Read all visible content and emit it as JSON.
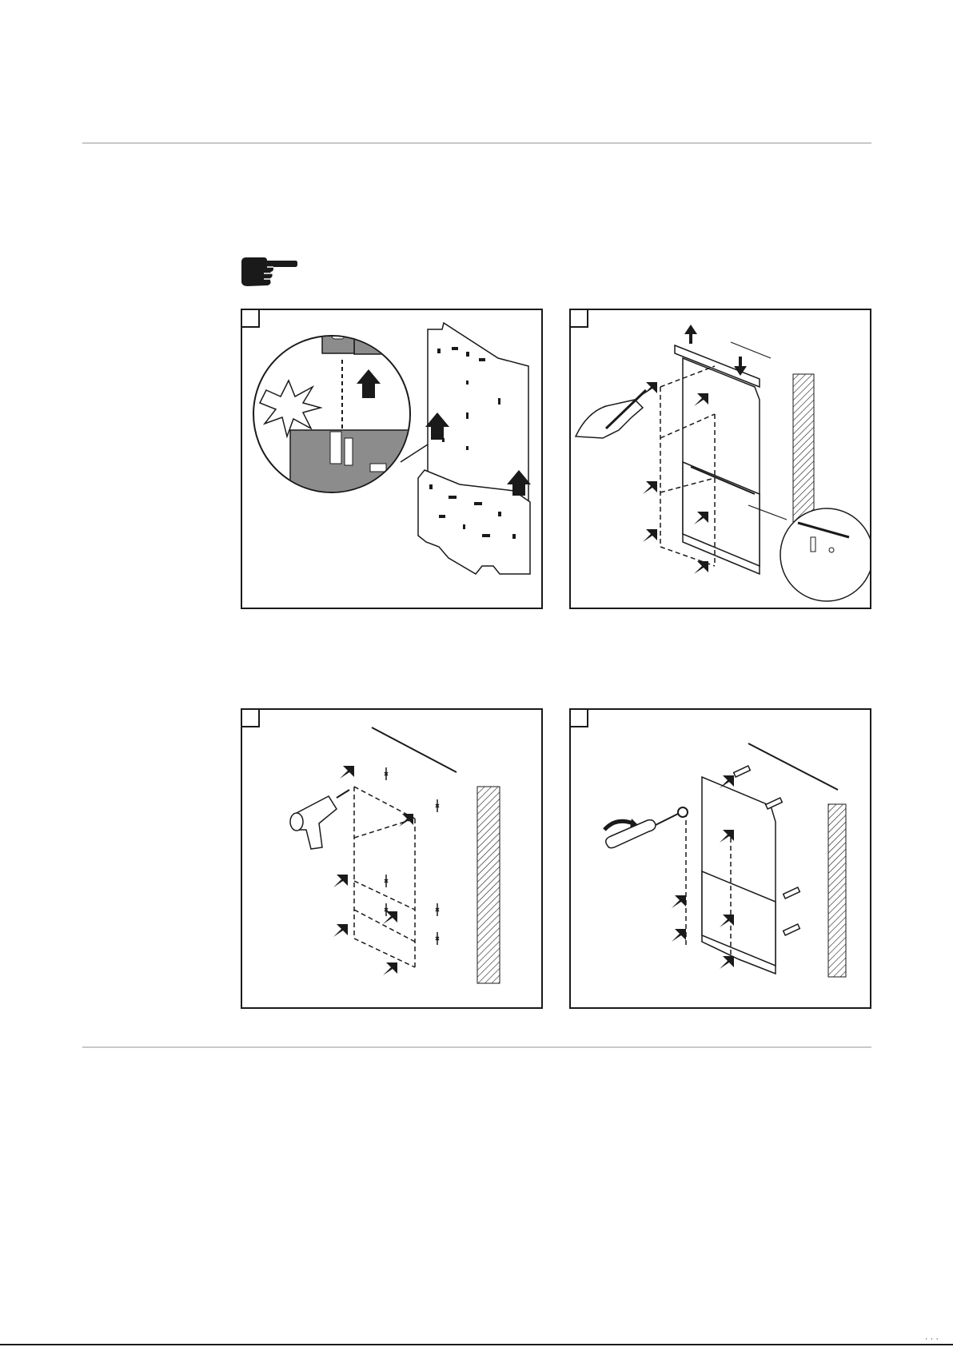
{
  "page": {
    "icons": {
      "note": "pointing-hand-icon"
    },
    "footer_mark": "· · ·"
  },
  "figures": [
    {
      "id": "step-1",
      "step_number": "",
      "description_icon": "backplate-assembly"
    },
    {
      "id": "step-2",
      "step_number": "",
      "description_icon": "spirit-level-marking"
    },
    {
      "id": "step-3",
      "step_number": "",
      "description_icon": "drilling-holes"
    },
    {
      "id": "step-4",
      "step_number": "",
      "description_icon": "screwing-backplate"
    }
  ]
}
